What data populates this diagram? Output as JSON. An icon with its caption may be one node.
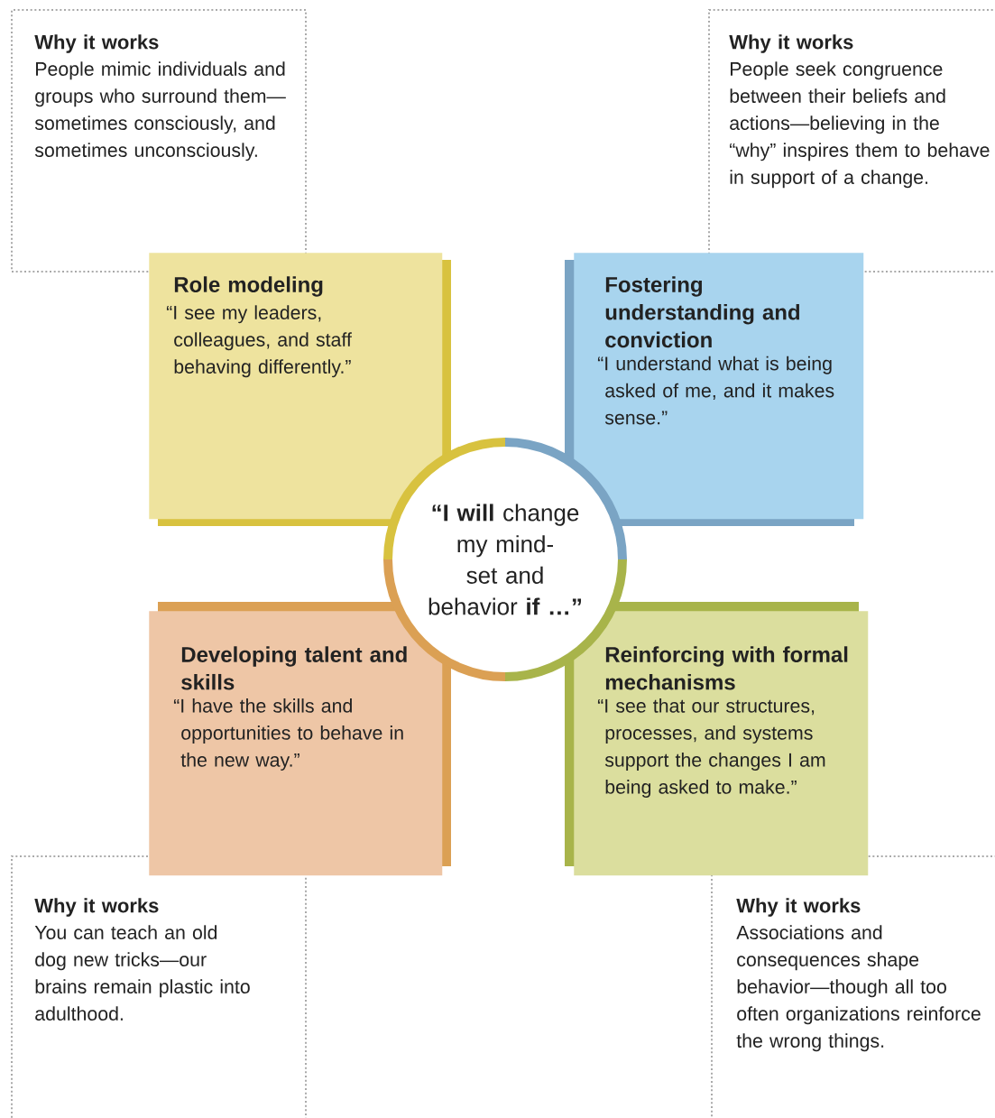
{
  "diagram": {
    "nodes": [
      {
        "text": [
          "Why it works",
          "People mimic individuals and groups who surround them—sometimes consciously, and sometimes unconsciously."
        ]
      },
      {
        "text": [
          "Why it works",
          "People seek congruence between their beliefs and actions—believing in the “why” inspires them to behave in support of a change."
        ]
      },
      {
        "text": [
          "Role modeling",
          "“I see my leaders, colleagues, and staff behaving differently.”"
        ]
      },
      {
        "text": [
          "Fostering understanding and conviction",
          "“I understand what is being asked of me, and it makes sense.”"
        ]
      },
      {
        "text": [
          "**“I will** change my mind-set and behavior **if …”**"
        ]
      },
      {
        "text": [
          "Developing talent and skills",
          "“I have the skills and opportunities to behave in the new way.”"
        ]
      },
      {
        "text": [
          "Reinforcing with formal mechanisms",
          "“I see that our structures, processes, and systems support the changes I am being asked to make.”"
        ]
      },
      {
        "text": [
          "Why it works",
          "You can teach an old dog new tricks—our brains remain plastic into adulthood."
        ]
      },
      {
        "text": [
          "Why it works",
          "Associations and consequences shape behavior—though all too often organizations reinforce the wrong things."
        ]
      }
    ]
  }
}
